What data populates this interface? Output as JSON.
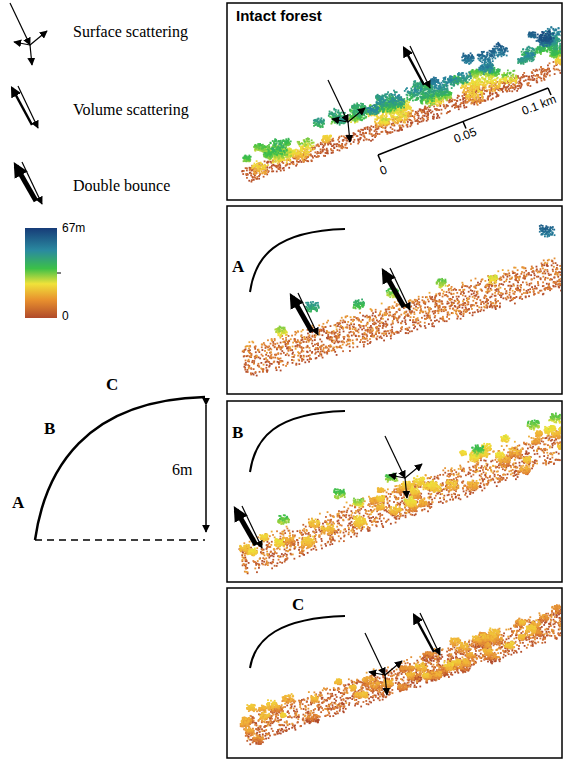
{
  "diagram": {
    "labels": [
      "Intact forest",
      "0",
      "0.05",
      "0.1 km",
      "67m",
      "0",
      "A",
      "B",
      "C",
      "6m",
      "A",
      "B",
      "C"
    ],
    "legend": [
      {
        "text": "Surface scattering"
      },
      {
        "text": "Volume scattering"
      },
      {
        "text": "Double bounce"
      }
    ]
  }
}
